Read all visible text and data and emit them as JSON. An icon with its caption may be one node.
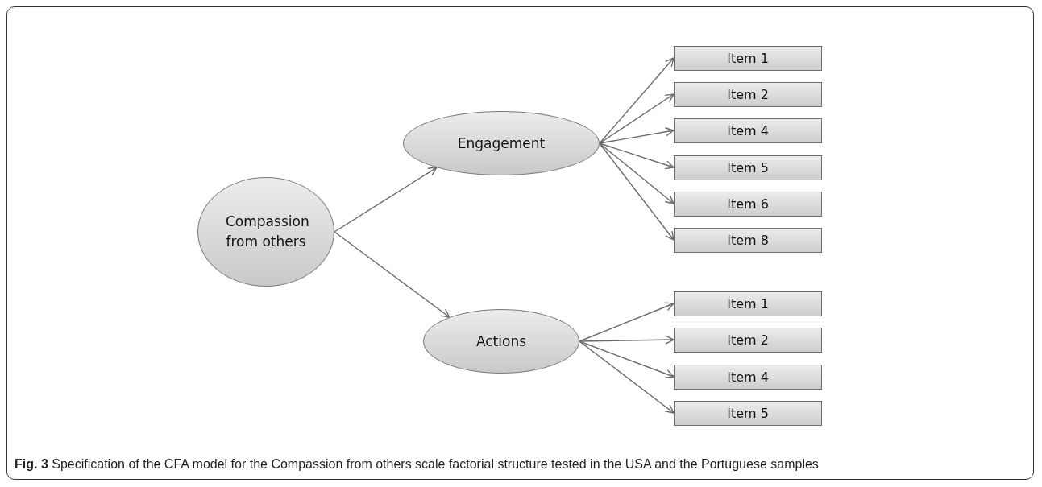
{
  "diagram": {
    "caption": "**Fig. 3** Specification of the CFA model for the Compassion from others scale factorial structure tested in the USA and the Portuguese samples",
    "nodes": [
      {
        "text": [
          "Compassion from others"
        ]
      },
      {
        "text": [
          "Engagement"
        ]
      },
      {
        "text": [
          "Item 1"
        ]
      },
      {
        "text": [
          "Item 2"
        ]
      },
      {
        "text": [
          "Item 4"
        ]
      },
      {
        "text": [
          "Item 5"
        ]
      },
      {
        "text": [
          "Item 6"
        ]
      },
      {
        "text": [
          "Item 8"
        ]
      },
      {
        "text": [
          "Actions"
        ]
      },
      {
        "text": [
          "Item 1"
        ]
      },
      {
        "text": [
          "Item 2"
        ]
      },
      {
        "text": [
          "Item 4"
        ]
      },
      {
        "text": [
          "Item 5"
        ]
      }
    ],
    "edges": [
      {
        "from": 0,
        "to": 1,
        "arrow": "to"
      },
      {
        "from": 1,
        "to": 2,
        "arrow": "to"
      },
      {
        "from": 1,
        "to": 3,
        "arrow": "to"
      },
      {
        "from": 1,
        "to": 4,
        "arrow": "to"
      },
      {
        "from": 1,
        "to": 5,
        "arrow": "to"
      },
      {
        "from": 1,
        "to": 6,
        "arrow": "to"
      },
      {
        "from": 1,
        "to": 7,
        "arrow": "to"
      },
      {
        "from": 0,
        "to": 8,
        "arrow": "to"
      },
      {
        "from": 8,
        "to": 9,
        "arrow": "to"
      },
      {
        "from": 8,
        "to": 10,
        "arrow": "to"
      },
      {
        "from": 8,
        "to": 11,
        "arrow": "to"
      },
      {
        "from": 8,
        "to": 12,
        "arrow": "to"
      }
    ]
  }
}
